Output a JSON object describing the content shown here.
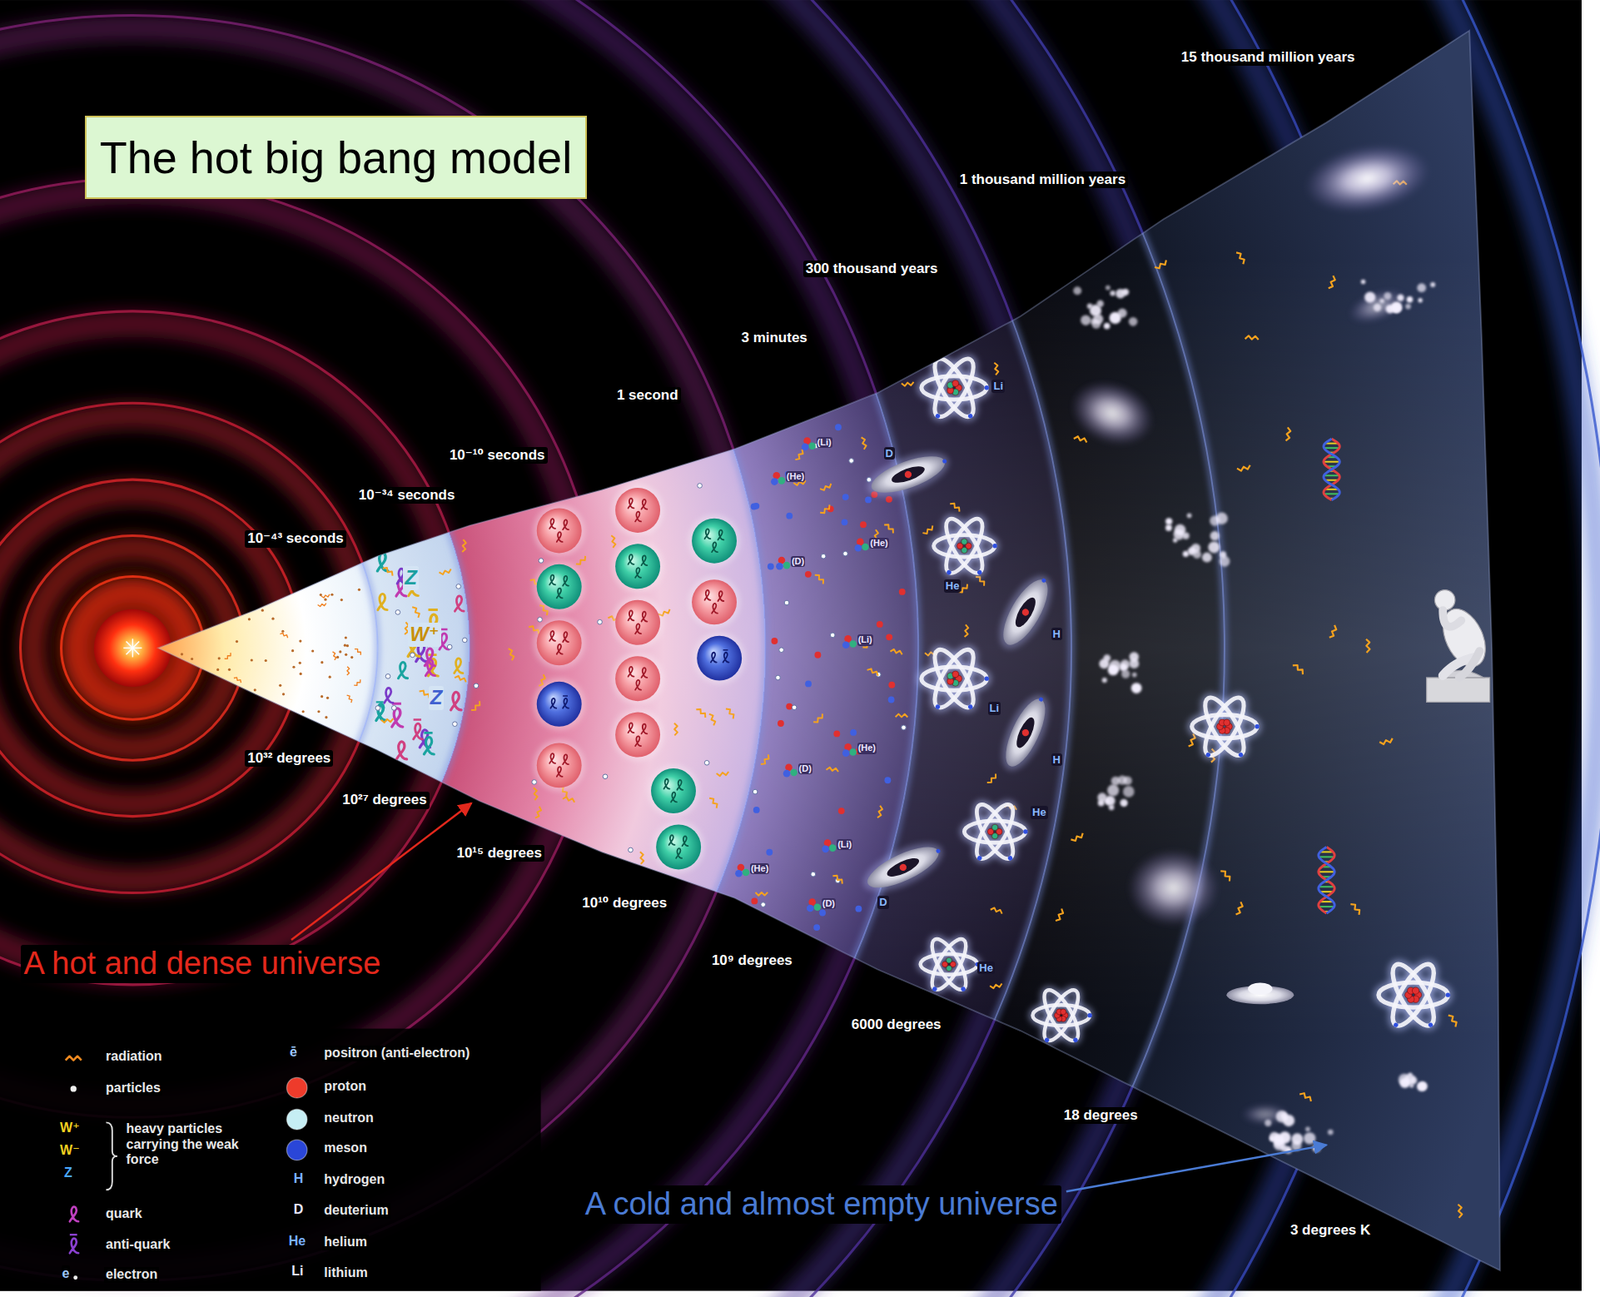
{
  "diagram": {
    "title": "The hot big bang model",
    "labels": [
      "10⁻⁴³ seconds",
      "10⁻³⁴ seconds",
      "10⁻¹⁰ seconds",
      "1 second",
      "3 minutes",
      "300 thousand years",
      "1 thousand million years",
      "15 thousand million years",
      "10³² degrees",
      "10²⁷ degrees",
      "10¹⁵ degrees",
      "10¹⁰ degrees",
      "10⁹ degrees",
      "6000 degrees",
      "18 degrees",
      "3 degrees K",
      "A hot and dense universe",
      "A cold and almost empty universe",
      "W⁺",
      "W⁻",
      "Z",
      "ē",
      "H",
      "D",
      "He",
      "Li",
      "e",
      "Z",
      "W⁺",
      "Z",
      "(Li)",
      "(He)",
      "(He)",
      "(D)",
      "(Li)",
      "(He)",
      "(D)",
      "(Li)",
      "(He)",
      "(D)",
      "Li",
      "D",
      "He",
      "H",
      "Li",
      "H",
      "He",
      "D",
      "He"
    ],
    "legend": [
      {
        "text": "radiation"
      },
      {
        "text": "particles"
      },
      {
        "text": "heavy particles carrying the weak force"
      },
      {
        "text": "quark"
      },
      {
        "text": "anti-quark"
      },
      {
        "text": "electron"
      },
      {
        "text": "positron (anti-electron)"
      },
      {
        "text": "proton",
        "color": "#ee3b2b"
      },
      {
        "text": "neutron",
        "color": "#c6eef4"
      },
      {
        "text": "meson",
        "color": "#2a46d8"
      },
      {
        "text": "hydrogen"
      },
      {
        "text": "deuterium"
      },
      {
        "text": "helium"
      },
      {
        "text": "lithium"
      }
    ]
  }
}
